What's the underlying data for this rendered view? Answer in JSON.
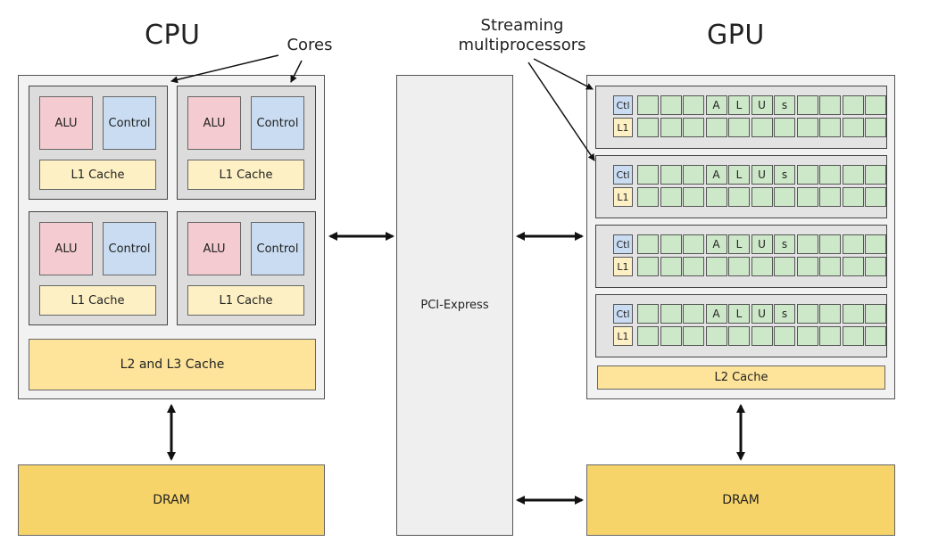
{
  "cpu": {
    "title": "CPU",
    "cores_label": "Cores",
    "cores": [
      {
        "alu": "ALU",
        "control": "Control",
        "l1": "L1 Cache"
      },
      {
        "alu": "ALU",
        "control": "Control",
        "l1": "L1 Cache"
      },
      {
        "alu": "ALU",
        "control": "Control",
        "l1": "L1 Cache"
      },
      {
        "alu": "ALU",
        "control": "Control",
        "l1": "L1 Cache"
      }
    ],
    "l2l3": "L2 and L3 Cache",
    "dram": "DRAM"
  },
  "bus": {
    "label": "PCI-Express"
  },
  "gpu": {
    "title": "GPU",
    "sm_label_line1": "Streaming",
    "sm_label_line2": "multiprocessors",
    "sms": [
      {
        "ctl": "Ctl",
        "l1": "L1",
        "alu_letters": [
          "A",
          "L",
          "U",
          "s"
        ]
      },
      {
        "ctl": "Ctl",
        "l1": "L1",
        "alu_letters": [
          "A",
          "L",
          "U",
          "s"
        ]
      },
      {
        "ctl": "Ctl",
        "l1": "L1",
        "alu_letters": [
          "A",
          "L",
          "U",
          "s"
        ]
      },
      {
        "ctl": "Ctl",
        "l1": "L1",
        "alu_letters": [
          "A",
          "L",
          "U",
          "s"
        ]
      }
    ],
    "l2": "L2 Cache",
    "dram": "DRAM"
  },
  "colors": {
    "alu": "#f4cbd0",
    "control": "#c9dcf1",
    "l1": "#fdf0c4",
    "cache": "#fde49a",
    "dram": "#f7d46a",
    "sm_alu": "#cde8c8"
  }
}
